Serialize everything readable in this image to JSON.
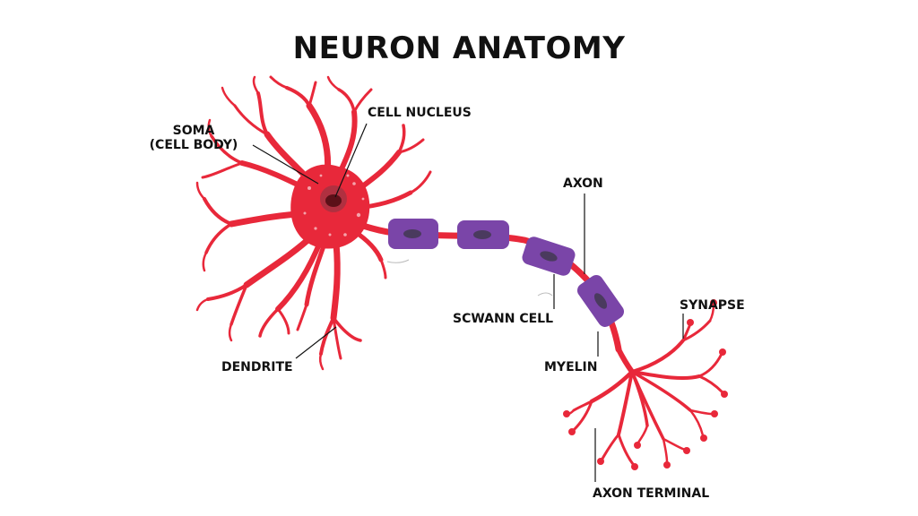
{
  "title": "NEURON ANATOMY",
  "labels": {
    "soma_line1": "SOMA",
    "soma_line2": "(CELL BODY)",
    "cell_nucleus": "CELL NUCLEUS",
    "dendrite": "DENDRITE",
    "axon": "AXON",
    "schwann_cell": "SCWANN CELL",
    "myelin": "MYELIN",
    "synapse": "SYNAPSE",
    "axon_terminal": "AXON TERMINAL"
  },
  "colors": {
    "neuron": "#e8283a",
    "soma_spots": "#f5a3ab",
    "nucleus": "#8b1e2a",
    "nucleus_core": "#5c1018",
    "myelin": "#7a45a8",
    "myelin_spot": "#4a3a5e",
    "text": "#111111"
  }
}
